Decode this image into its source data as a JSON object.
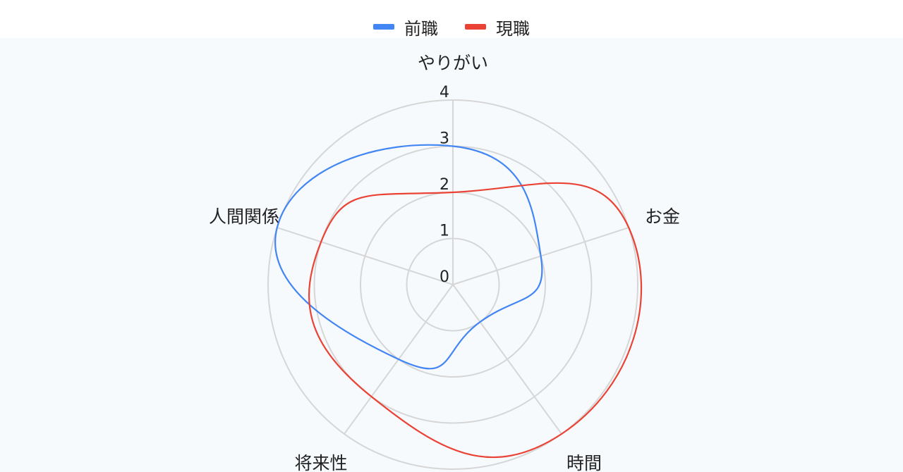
{
  "chart_data": {
    "type": "radar",
    "categories": [
      "やりがい",
      "お金",
      "時間",
      "将来性",
      "人間関係"
    ],
    "series": [
      {
        "name": "前職",
        "values": [
          3,
          2,
          1,
          2,
          4
        ],
        "color": "#4285f4"
      },
      {
        "name": "現職",
        "values": [
          2,
          4,
          4,
          3,
          3
        ],
        "color": "#ea4335"
      }
    ],
    "rlim": [
      0,
      4
    ],
    "ticks": [
      "0",
      "1",
      "2",
      "3",
      "4"
    ],
    "grid": true,
    "legend_position": "top"
  }
}
